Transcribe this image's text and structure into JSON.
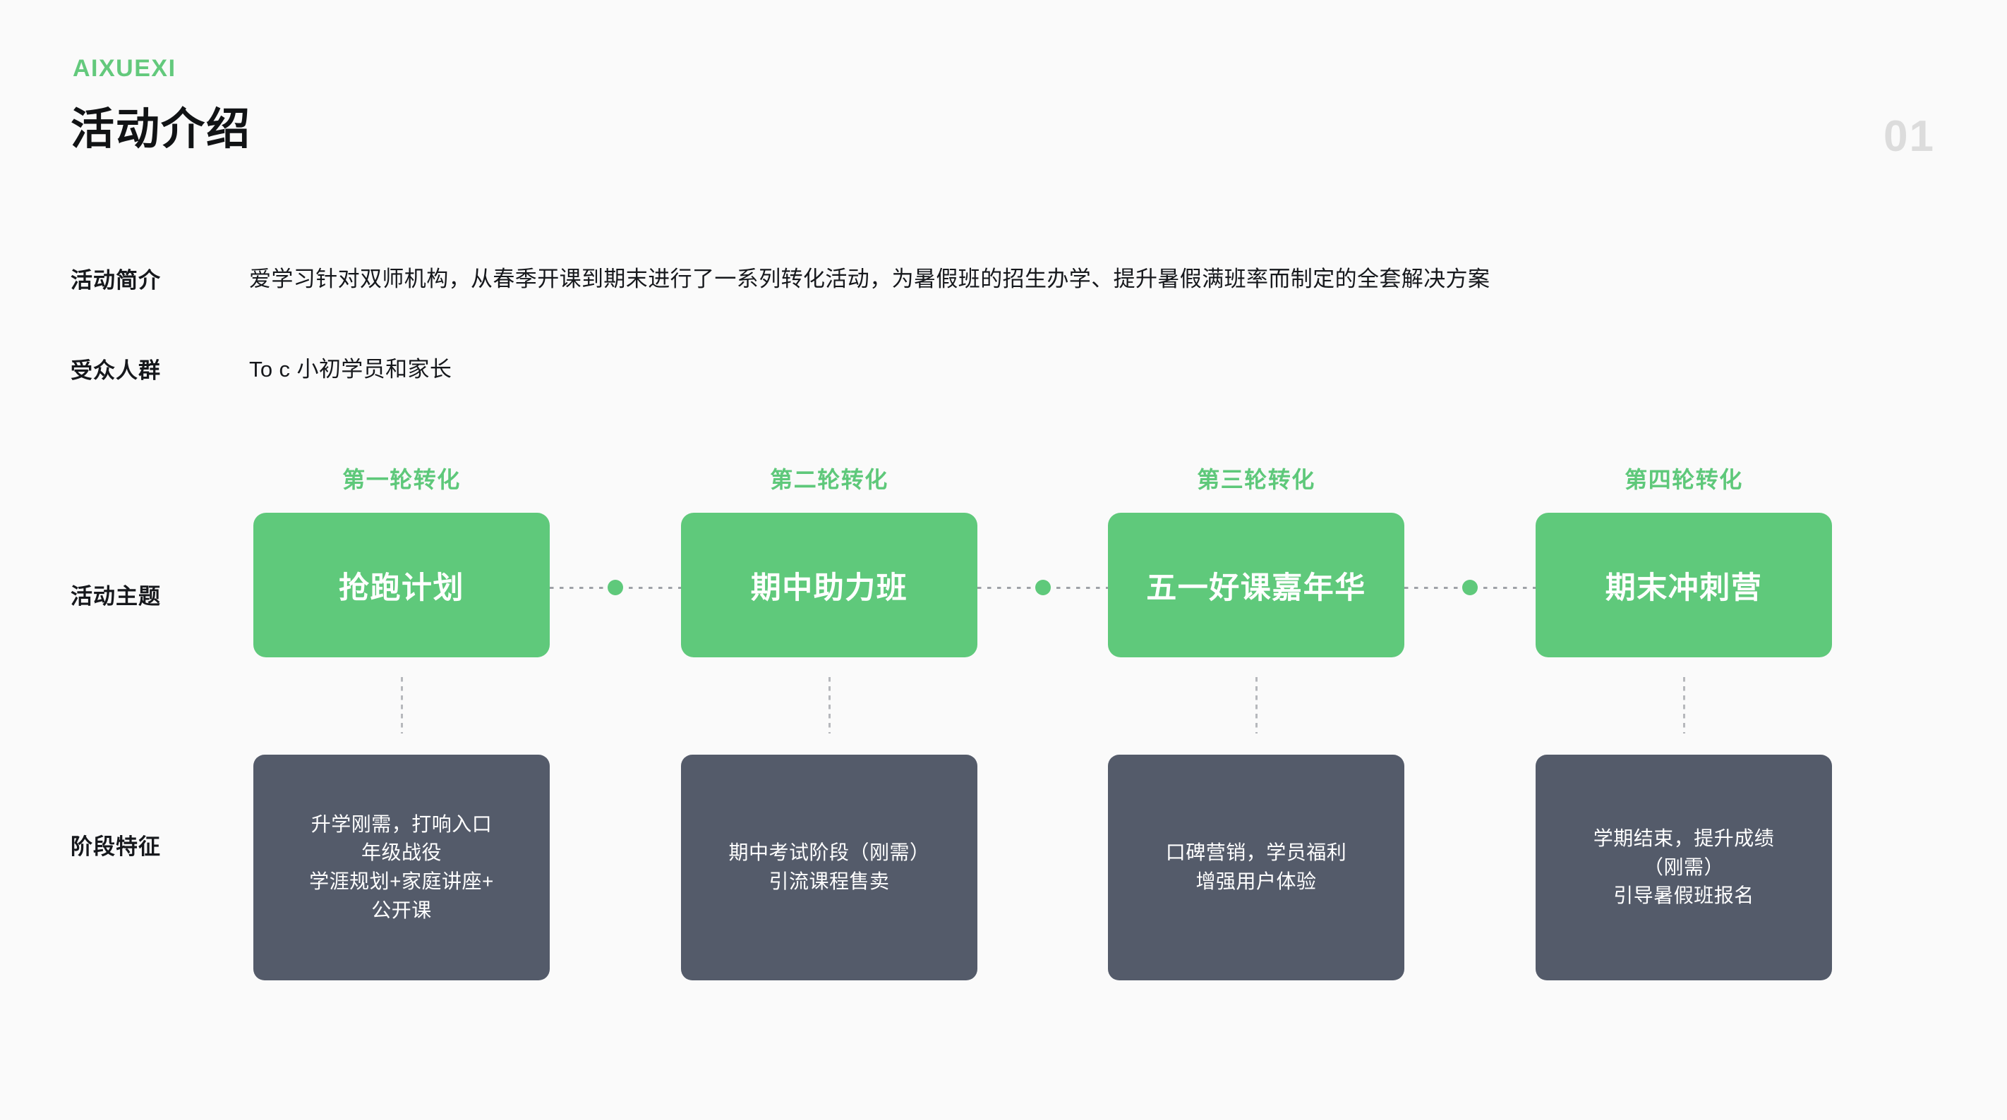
{
  "header": {
    "brand": "AIXUEXI",
    "title": "活动介绍",
    "page_number": "01"
  },
  "info": {
    "rows": [
      {
        "label": "活动简介",
        "value": "爱学习针对双师机构，从春季开课到期末进行了一系列转化活动，为暑假班的招生办学、提升暑假满班率而制定的全套解决方案"
      },
      {
        "label": "受众人群",
        "value": "To c 小初学员和家长"
      }
    ]
  },
  "timeline": {
    "row_labels": {
      "theme": "活动主题",
      "feature": "阶段特征"
    },
    "stages": [
      {
        "round": "第一轮转化",
        "theme": "抢跑计划",
        "feature": "升学刚需，打响入口\n年级战役\n学涯规划+家庭讲座+\n公开课"
      },
      {
        "round": "第二轮转化",
        "theme": "期中助力班",
        "feature": "期中考试阶段（刚需）\n引流课程售卖"
      },
      {
        "round": "第三轮转化",
        "theme": "五一好课嘉年华",
        "feature": "口碑营销，学员福利\n增强用户体验"
      },
      {
        "round": "第四轮转化",
        "theme": "期末冲刺营",
        "feature": "学期结束，提升成绩\n（刚需）\n引导暑假班报名"
      }
    ]
  },
  "colors": {
    "background": "#fafafa",
    "accent_green": "#5fc97b",
    "dark_card": "#545b6a",
    "title_text": "#111315",
    "page_number": "#dcdcdc",
    "connector": "#9ea1a7"
  }
}
